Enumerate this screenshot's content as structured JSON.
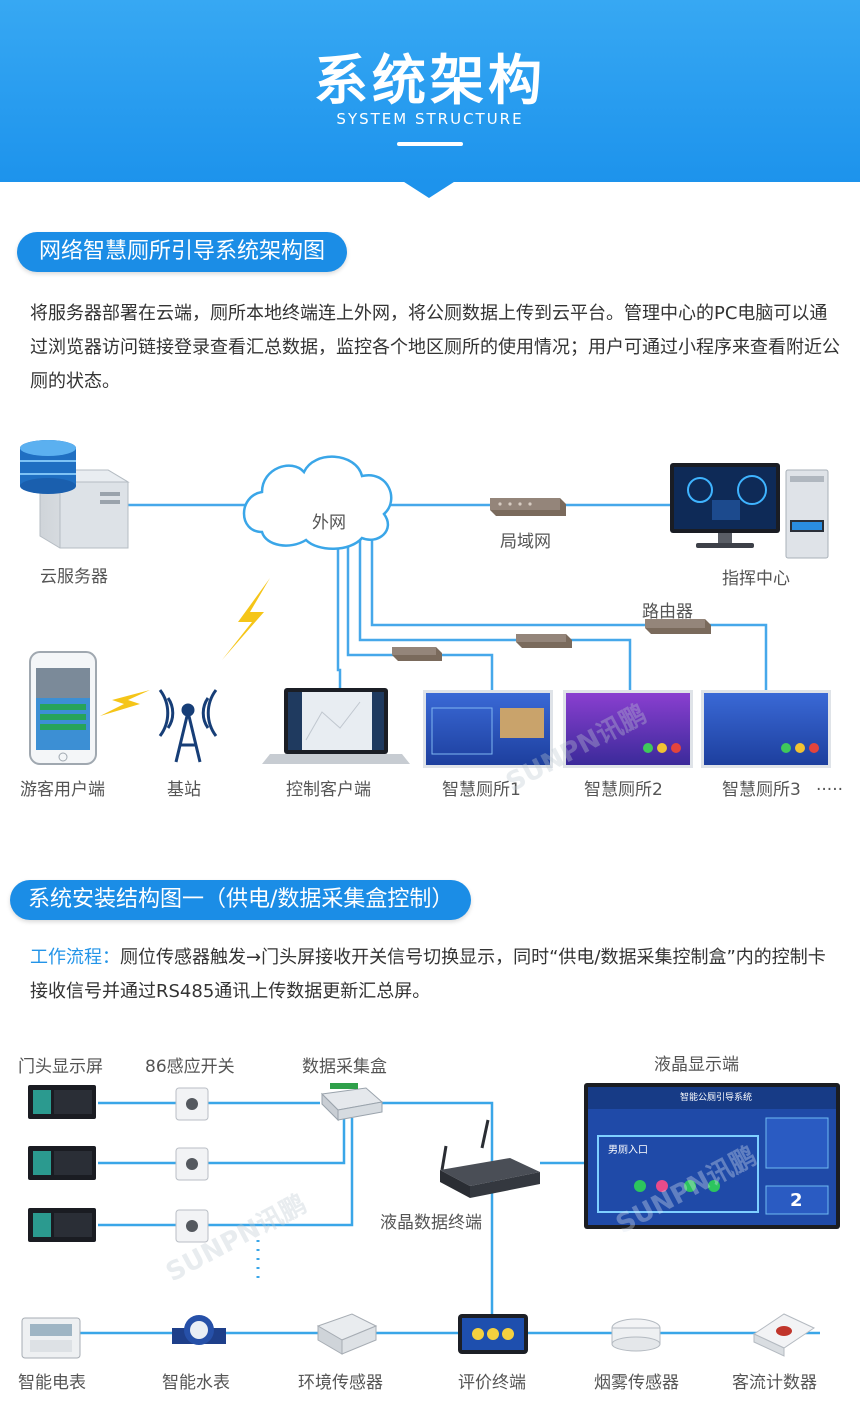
{
  "header": {
    "title": "系统架构",
    "subtitle": "SYSTEM STRUCTURE"
  },
  "section1": {
    "heading": "网络智慧厕所引导系统架构图",
    "description": "将服务器部署在云端，厕所本地终端连上外网，将公厕数据上传到云平台。管理中心的PC电脑可以通过浏览器访问链接登录查看汇总数据，监控各个地区厕所的使用情况；用户可通过小程序来查看附近公厕的状态。",
    "nodes": {
      "cloud_server": "云服务器",
      "internet": "外网",
      "lan": "局域网",
      "command_center": "指挥中心",
      "router": "路由器",
      "visitor": "游客用户端",
      "base_station": "基站",
      "control_client": "控制客户端",
      "toilet1": "智慧厕所1",
      "toilet2": "智慧厕所2",
      "toilet3": "智慧厕所3",
      "more": "....."
    }
  },
  "section2": {
    "heading": "系统安装结构图一（供电/数据采集盒控制）",
    "flow_label": "工作流程：",
    "flow_text": "厕位传感器触发→门头屏接收开关信号切换显示，同时“供电/数据采集控制盒”内的控制卡接收信号并通过RS485通讯上传数据更新汇总屏。",
    "nodes": {
      "door_screen": "门头显示屏",
      "sensor_switch": "86感应开关",
      "data_box": "数据采集盒",
      "lcd_display": "液晶显示端",
      "lcd_terminal": "液晶数据终端",
      "smart_meter": "智能电表",
      "water_meter": "智能水表",
      "env_sensor": "环境传感器",
      "eval_terminal": "评价终端",
      "smoke_sensor": "烟雾传感器",
      "people_counter": "客流计数器"
    },
    "screen_title": "智能公厕引导系统",
    "screen_entry": "男厕入口",
    "screen_count": "2"
  },
  "watermark": "SUNPN讯鹏",
  "colors": {
    "accent": "#1b8de6",
    "line": "#3aa6e8"
  }
}
